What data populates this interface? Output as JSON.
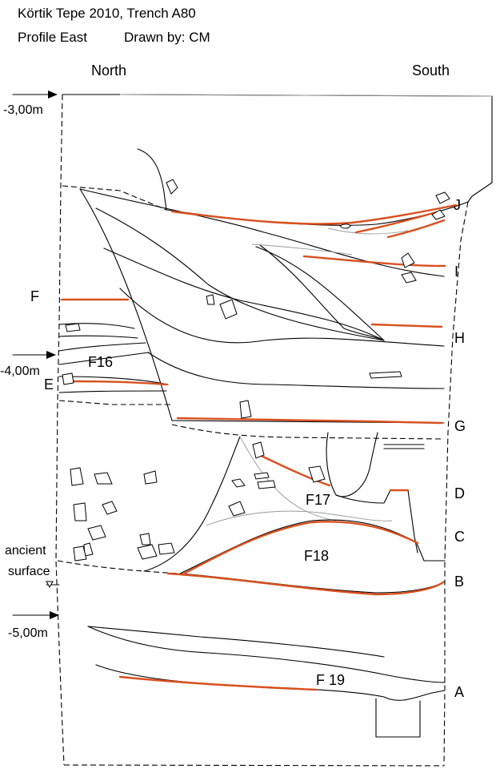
{
  "header": {
    "line1": "Körtik Tepe 2010, Trench A80",
    "line2_profile": "Profile East",
    "line2_drawn": "Drawn by: CM"
  },
  "orientation": {
    "left": "North",
    "right": "South"
  },
  "depth_markers": [
    "-3,00m",
    "-4,00m",
    "-5,00m"
  ],
  "layers": [
    "J",
    "I",
    "H",
    "G",
    "D",
    "C",
    "B",
    "A",
    "F",
    "E"
  ],
  "features": [
    "F16",
    "F17",
    "F18",
    "F 19"
  ],
  "annotations": {
    "ancient_surface_1": "ancient",
    "ancient_surface_2": "surface"
  },
  "colors": {
    "organic_layer": "#d9501e",
    "line": "#000000"
  }
}
